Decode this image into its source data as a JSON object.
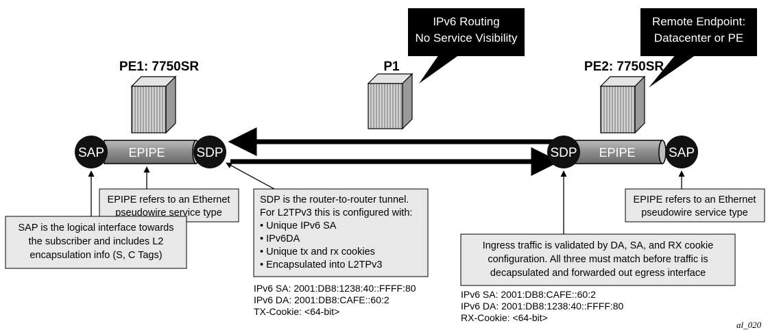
{
  "nodes": {
    "pe1": "PE1: 7750SR",
    "p1": "P1",
    "pe2": "PE2: 7750SR"
  },
  "endpoints": {
    "sap_left": "SAP",
    "epipe_left": "EPIPE",
    "sdp_left": "SDP",
    "sdp_right": "SDP",
    "epipe_right": "EPIPE",
    "sap_right": "SAP"
  },
  "callouts": {
    "p1_lines": [
      "IPv6 Routing",
      "No Service Visibility"
    ],
    "remote_lines": [
      "Remote Endpoint:",
      "Datacenter or PE"
    ]
  },
  "notes": {
    "sap": [
      "SAP is the logical interface towards",
      "the subscriber and includes L2",
      "encapsulation info (S, C Tags)"
    ],
    "epipe_left": [
      "EPIPE refers to an Ethernet",
      "pseudowire service type"
    ],
    "sdp": [
      "SDP is the router-to-router tunnel.",
      "For L2TPv3 this is configured with:",
      "• Unique IPv6 SA",
      "• IPv6DA",
      "• Unique tx and rx cookies",
      "• Encapsulated into L2TPv3"
    ],
    "ingress": [
      "Ingress traffic is validated by DA, SA, and RX cookie",
      "configuration. All three must match before traffic is",
      "decapsulated and forwarded out egress interface"
    ],
    "epipe_right": [
      "EPIPE refers to an Ethernet",
      "pseudowire service type"
    ]
  },
  "addresses": {
    "left": [
      "IPv6 SA: 2001:DB8:1238:40::FFFF:80",
      "IPv6 DA: 2001:DB8:CAFE::60:2",
      "TX-Cookie: <64-bit>"
    ],
    "right": [
      "IPv6 SA: 2001:DB8:CAFE::60:2",
      "IPv6 DA: 2001:DB8:1238:40::FFFF:80",
      "RX-Cookie: <64-bit>"
    ]
  },
  "figure_id": "al_020",
  "colors": {
    "black": "#000000",
    "pipe_gray": "#8c8c8c",
    "router_gray": "#c8c8c8",
    "box_fill": "#e8e8e8"
  }
}
